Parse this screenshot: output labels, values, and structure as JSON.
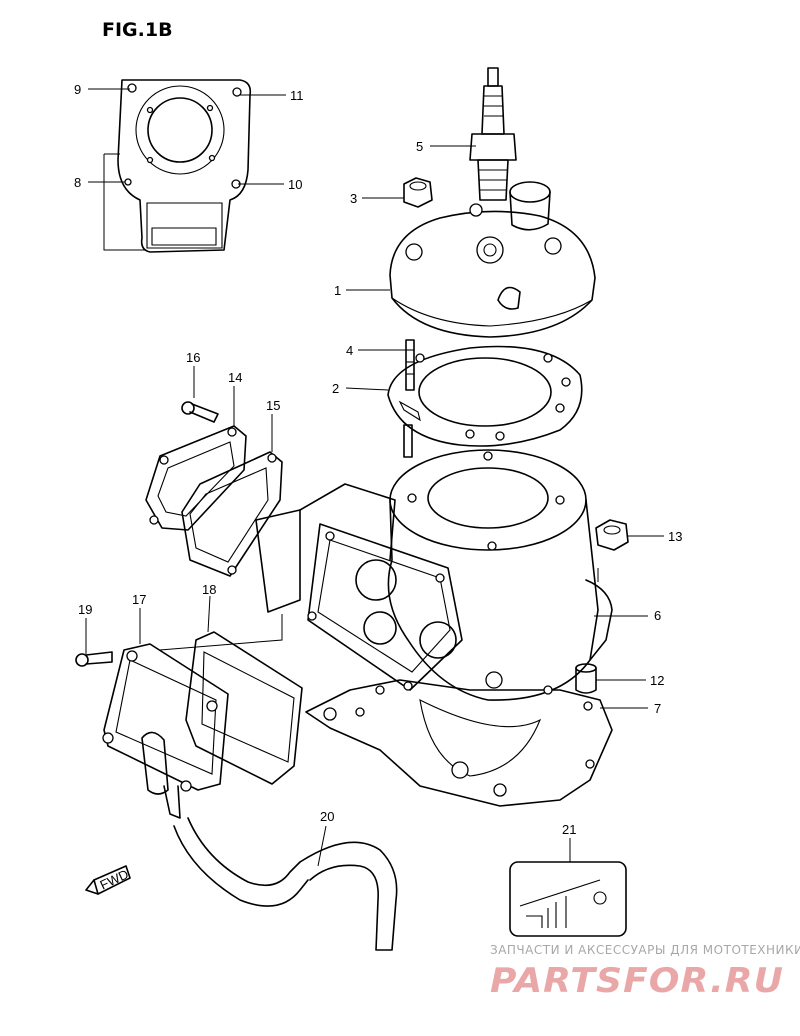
{
  "figure": {
    "title": "FIG.1B"
  },
  "callouts": [
    {
      "id": "c1",
      "label": "1"
    },
    {
      "id": "c2",
      "label": "2"
    },
    {
      "id": "c3",
      "label": "3"
    },
    {
      "id": "c4",
      "label": "4"
    },
    {
      "id": "c5",
      "label": "5"
    },
    {
      "id": "c6",
      "label": "6"
    },
    {
      "id": "c7",
      "label": "7"
    },
    {
      "id": "c8",
      "label": "8"
    },
    {
      "id": "c9",
      "label": "9"
    },
    {
      "id": "c10",
      "label": "10"
    },
    {
      "id": "c11",
      "label": "11"
    },
    {
      "id": "c12",
      "label": "12"
    },
    {
      "id": "c13",
      "label": "13"
    },
    {
      "id": "c14",
      "label": "14"
    },
    {
      "id": "c15",
      "label": "15"
    },
    {
      "id": "c16",
      "label": "16"
    },
    {
      "id": "c17",
      "label": "17"
    },
    {
      "id": "c18",
      "label": "18"
    },
    {
      "id": "c19",
      "label": "19"
    },
    {
      "id": "c20",
      "label": "20"
    },
    {
      "id": "c21",
      "label": "21"
    }
  ],
  "direction_marker": {
    "label": "FWD"
  },
  "watermark": {
    "caption": "ЗАПЧАСТИ И АКСЕССУАРЫ ДЛЯ МОТОТЕХНИКИ",
    "brand": "PARTSFOR.RU"
  },
  "colors": {
    "line": "#000000",
    "background": "#ffffff",
    "watermark_text": "#a8a8a8",
    "watermark_brand": "#e9a7a7"
  }
}
